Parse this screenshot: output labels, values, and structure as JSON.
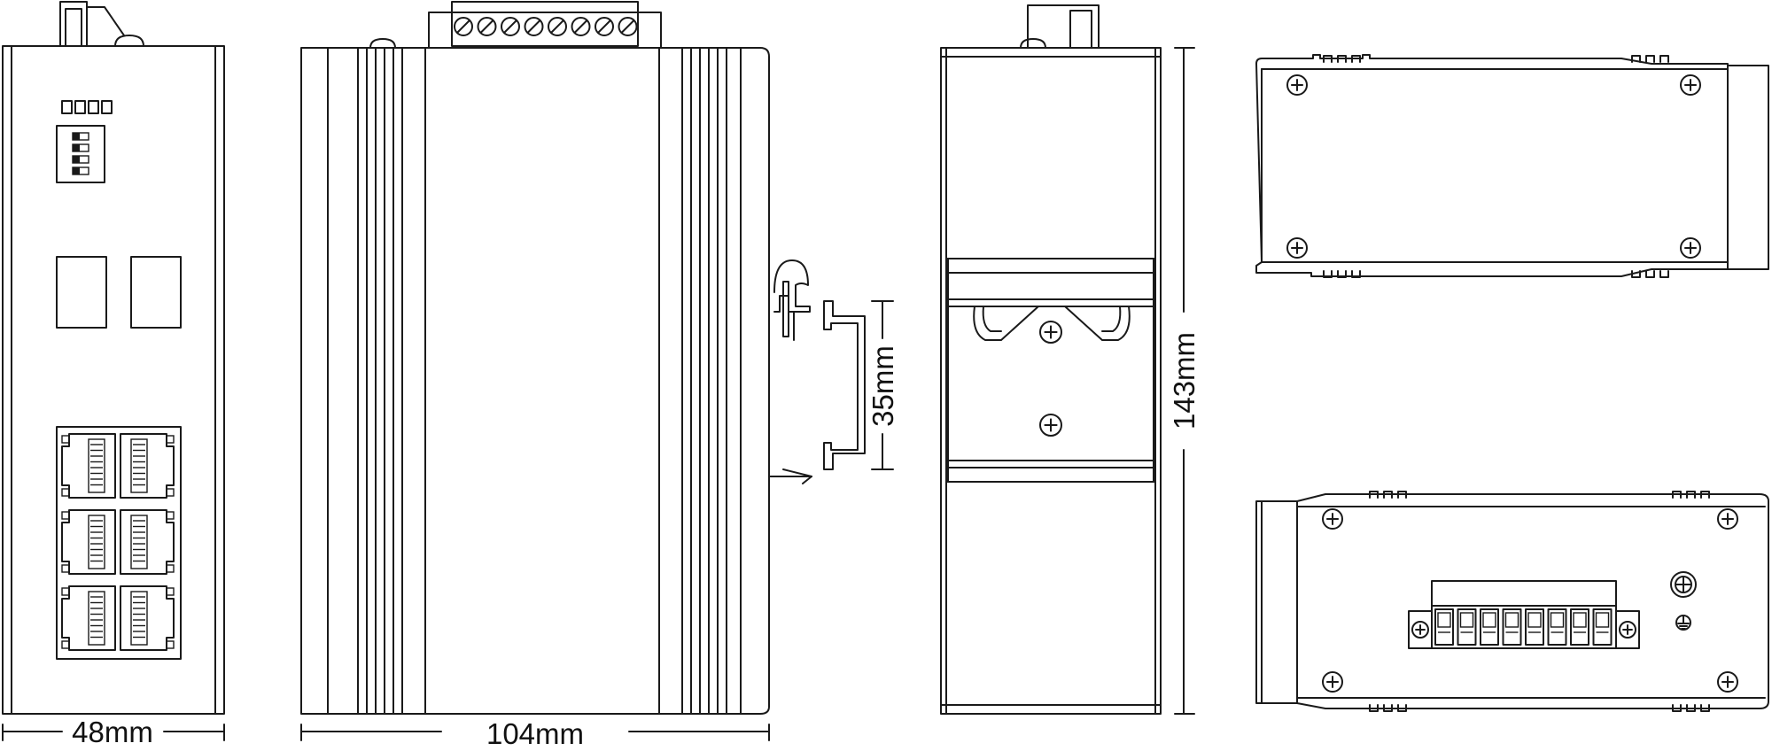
{
  "dimensions": {
    "width_front": "48mm",
    "depth_side": "104mm",
    "din_rail": "35mm",
    "height": "143mm"
  },
  "colors": {
    "line": "#1a1a1a",
    "background": "#ffffff"
  },
  "icons": {
    "screw": "phillips-screw-icon",
    "ground": "ground-symbol-icon"
  }
}
